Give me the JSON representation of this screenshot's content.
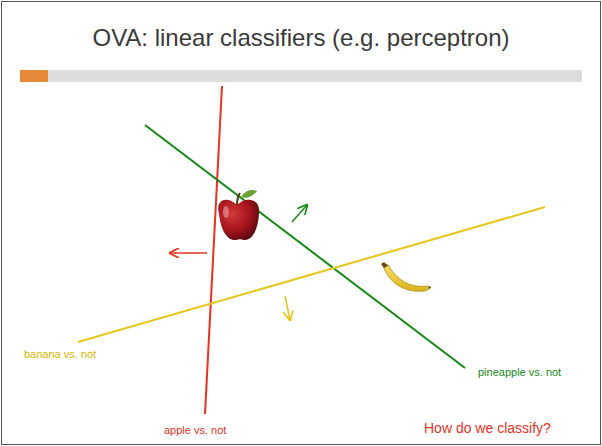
{
  "diagram": {
    "title": "OVA: linear classifiers (e.g. perceptron)",
    "labels": [
      "banana vs. not",
      "pineapple vs. not",
      "apple vs. not",
      "How do we classify?"
    ]
  }
}
